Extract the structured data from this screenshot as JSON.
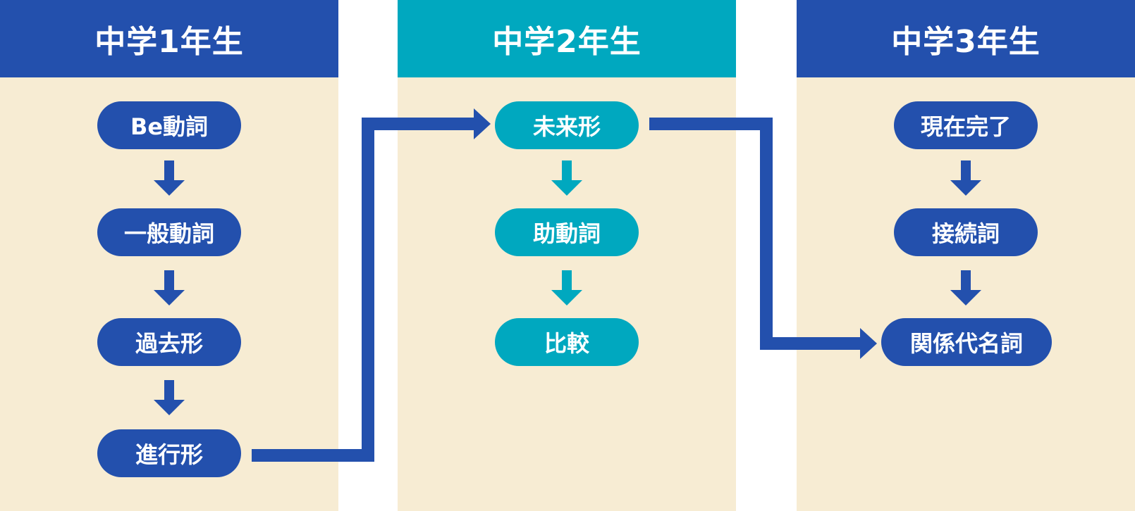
{
  "colors": {
    "primary_blue": "#2350ad",
    "teal": "#00a8bf",
    "column_bg": "#f7ecd3",
    "page_bg": "#ffffff"
  },
  "grades": [
    {
      "title": "中学1年生",
      "items": [
        "Be動詞",
        "一般動詞",
        "過去形",
        "進行形"
      ]
    },
    {
      "title": "中学2年生",
      "items": [
        "未来形",
        "助動詞",
        "比較"
      ]
    },
    {
      "title": "中学3年生",
      "items": [
        "現在完了",
        "接続詞",
        "関係代名詞"
      ]
    }
  ]
}
